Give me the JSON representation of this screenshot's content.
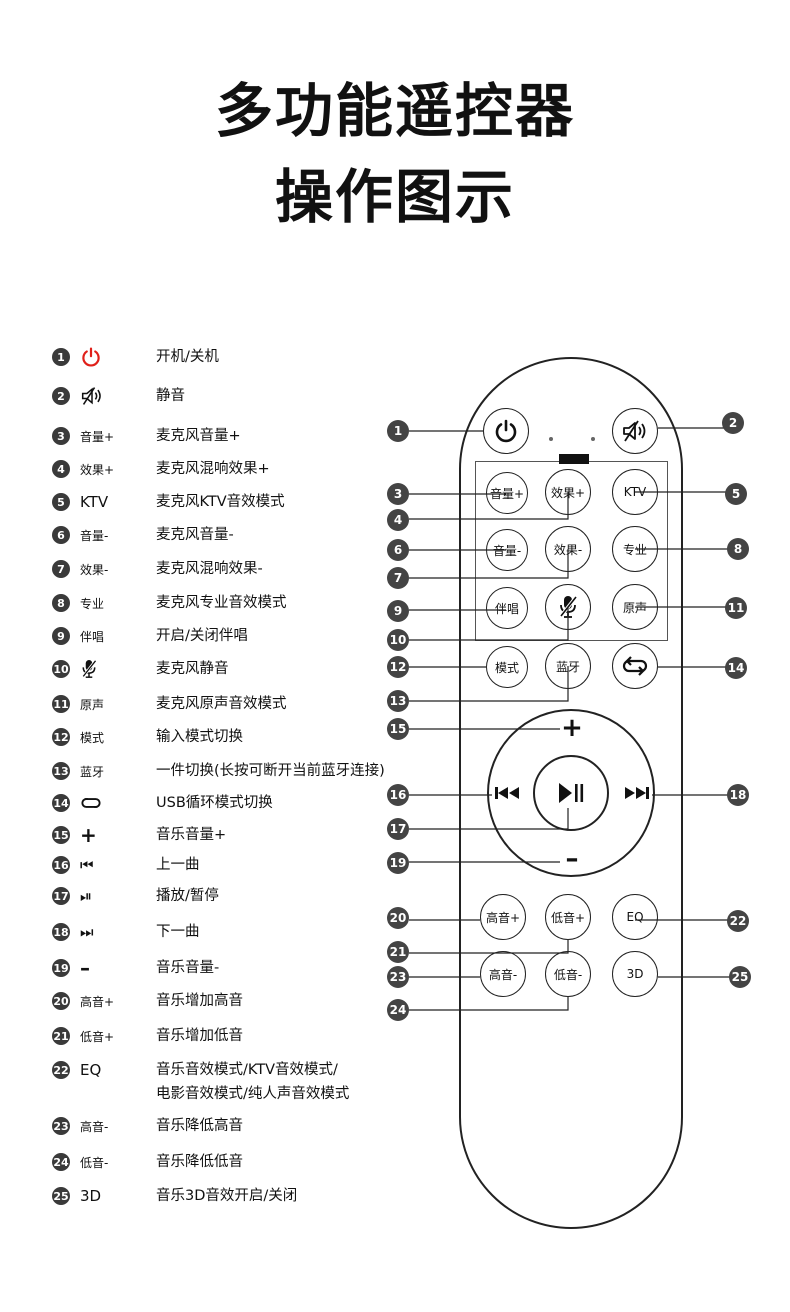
{
  "title_line1": "多功能遥控器",
  "title_line2": "操作图示",
  "legend": [
    {
      "n": "1",
      "icon": "power-icon",
      "label": "",
      "desc": "开机/关机"
    },
    {
      "n": "2",
      "icon": "mute-icon",
      "label": "",
      "desc": "静音"
    },
    {
      "n": "3",
      "icon": "",
      "label": "音量+",
      "desc": "麦克风音量+"
    },
    {
      "n": "4",
      "icon": "",
      "label": "效果+",
      "desc": "麦克风混响效果+"
    },
    {
      "n": "5",
      "icon": "",
      "label": "KTV",
      "desc": "麦克风KTV音效模式"
    },
    {
      "n": "6",
      "icon": "",
      "label": "音量-",
      "desc": "麦克风音量-"
    },
    {
      "n": "7",
      "icon": "",
      "label": "效果-",
      "desc": "麦克风混响效果-"
    },
    {
      "n": "8",
      "icon": "",
      "label": "专业",
      "desc": "麦克风专业音效模式"
    },
    {
      "n": "9",
      "icon": "",
      "label": "伴唱",
      "desc": "开启/关闭伴唱"
    },
    {
      "n": "10",
      "icon": "mic-mute-icon",
      "label": "",
      "desc": "麦克风静音"
    },
    {
      "n": "11",
      "icon": "",
      "label": "原声",
      "desc": "麦克风原声音效模式"
    },
    {
      "n": "12",
      "icon": "",
      "label": "模式",
      "desc": "输入模式切换"
    },
    {
      "n": "13",
      "icon": "",
      "label": "蓝牙",
      "desc": "一件切换(长按可断开当前蓝牙连接)"
    },
    {
      "n": "14",
      "icon": "loop-icon",
      "label": "",
      "desc": "USB循环模式切换"
    },
    {
      "n": "15",
      "icon": "",
      "label": "+",
      "desc": "音乐音量+"
    },
    {
      "n": "16",
      "icon": "",
      "label": "⏮",
      "desc": "上一曲"
    },
    {
      "n": "17",
      "icon": "",
      "label": "⏯",
      "desc": "播放/暂停"
    },
    {
      "n": "18",
      "icon": "",
      "label": "⏭",
      "desc": "下一曲"
    },
    {
      "n": "19",
      "icon": "",
      "label": "–",
      "desc": "音乐音量-"
    },
    {
      "n": "20",
      "icon": "",
      "label": "高音+",
      "desc": "音乐增加高音"
    },
    {
      "n": "21",
      "icon": "",
      "label": "低音+",
      "desc": "音乐增加低音"
    },
    {
      "n": "22",
      "icon": "",
      "label": "EQ",
      "desc": "音乐音效模式/KTV音效模式/",
      "desc2": "电影音效模式/纯人声音效模式"
    },
    {
      "n": "23",
      "icon": "",
      "label": "高音-",
      "desc": "音乐降低高音"
    },
    {
      "n": "24",
      "icon": "",
      "label": "低音-",
      "desc": "音乐降低低音"
    },
    {
      "n": "25",
      "icon": "",
      "label": "3D",
      "desc": "音乐3D音效开启/关闭"
    }
  ],
  "remote": {
    "buttons": [
      {
        "id": "vol-up",
        "label": "音量+"
      },
      {
        "id": "fx-up",
        "label": "效果+"
      },
      {
        "id": "ktv",
        "label": "KTV"
      },
      {
        "id": "vol-down",
        "label": "音量-"
      },
      {
        "id": "fx-down",
        "label": "效果-"
      },
      {
        "id": "pro",
        "label": "专业"
      },
      {
        "id": "accomp",
        "label": "伴唱"
      },
      {
        "id": "orig",
        "label": "原声"
      },
      {
        "id": "mode",
        "label": "模式"
      },
      {
        "id": "bt",
        "label": "蓝牙"
      },
      {
        "id": "treble-up",
        "label": "高音+"
      },
      {
        "id": "bass-up",
        "label": "低音+"
      },
      {
        "id": "eq",
        "label": "EQ"
      },
      {
        "id": "treble-down",
        "label": "高音-"
      },
      {
        "id": "bass-down",
        "label": "低音-"
      },
      {
        "id": "3d",
        "label": "3D"
      }
    ],
    "dial": {
      "plus": "+",
      "minus": "–"
    }
  },
  "callout_numbers": [
    "1",
    "2",
    "3",
    "4",
    "5",
    "6",
    "7",
    "8",
    "9",
    "10",
    "11",
    "12",
    "13",
    "14",
    "15",
    "16",
    "17",
    "18",
    "19",
    "20",
    "21",
    "22",
    "23",
    "24",
    "25"
  ]
}
